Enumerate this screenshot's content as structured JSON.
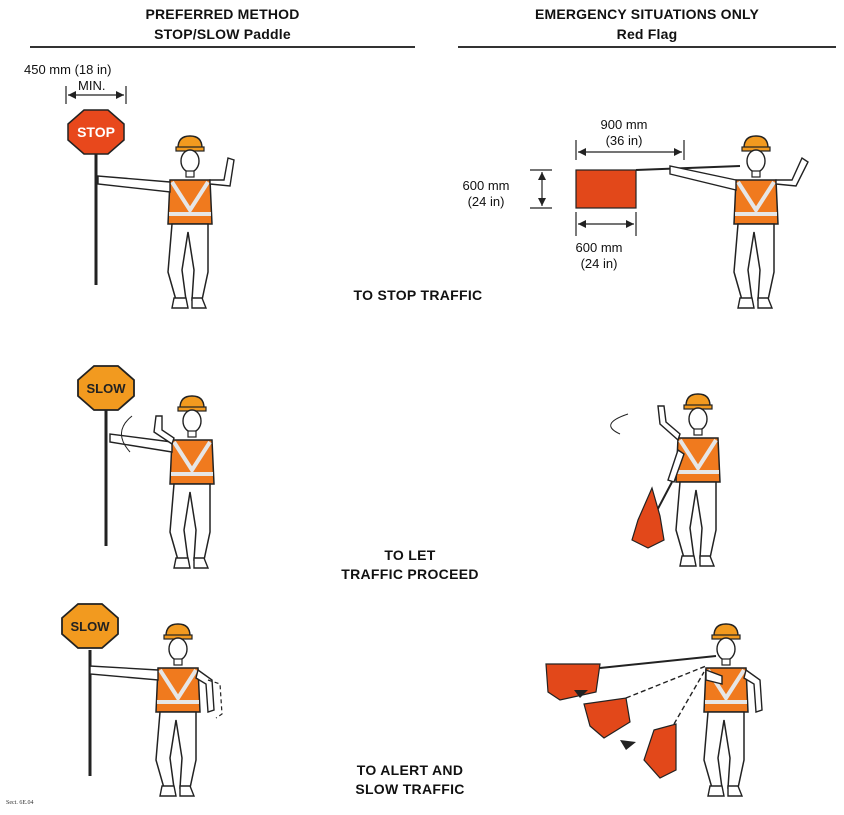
{
  "headers": {
    "left_line1": "PREFERRED METHOD",
    "left_line2": "STOP/SLOW Paddle",
    "right_line1": "EMERGENCY SITUATIONS ONLY",
    "right_line2": "Red Flag"
  },
  "dimensions": {
    "paddle_width": "450 mm (18 in)",
    "paddle_min": "MIN.",
    "flag_length_1": "900 mm",
    "flag_length_2": "(36 in)",
    "flag_height_1": "600 mm",
    "flag_height_2": "(24 in)",
    "flag_width_1": "600 mm",
    "flag_width_2": "(24 in)"
  },
  "signs": {
    "stop": "STOP",
    "slow": "SLOW"
  },
  "captions": {
    "stop_traffic": "TO STOP TRAFFIC",
    "proceed_line1": "TO LET",
    "proceed_line2": "TRAFFIC PROCEED",
    "alert_line1": "TO ALERT AND",
    "alert_line2": "SLOW TRAFFIC"
  },
  "footnote": "Sect. 6E.04",
  "colors": {
    "stop_sign": "#e8481c",
    "slow_sign": "#f29a1f",
    "vest": "#f07a1e",
    "flag": "#e2481a",
    "stripe": "#e0e0e0",
    "line": "#222222"
  }
}
